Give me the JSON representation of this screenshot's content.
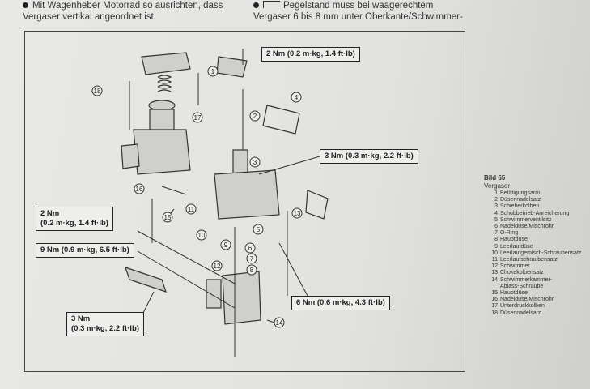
{
  "intro": {
    "left_text": "Mit Wagenheber Motorrad so ausrichten, dass Vergaser vertikal angeordnet ist.",
    "right_text": "Pegelstand muss bei waagerechtem Vergaser 6 bis 8 mm unter Oberkante/Schwimmer-"
  },
  "torque_specs": [
    {
      "label": "2 Nm (0.2 m·kg, 1.4 ft·lb)"
    },
    {
      "label": "3 Nm (0.3 m·kg, 2.2 ft·lb)"
    },
    {
      "line1": "2 Nm",
      "line2": "(0.2 m·kg, 1.4 ft·lb)"
    },
    {
      "label": "9 Nm (0.9 m·kg, 6.5 ft·lb)"
    },
    {
      "label": "6 Nm (0.6 m·kg, 4.3 ft·lb)"
    },
    {
      "line1": "3 Nm",
      "line2": "(0.3 m·kg, 2.2 ft·lb)"
    }
  ],
  "legend": {
    "title": "Bild 65",
    "subtitle": "Vergaser",
    "items": [
      {
        "n": "1",
        "label": "Betätigungsarm"
      },
      {
        "n": "2",
        "label": "Düsennadelsatz"
      },
      {
        "n": "3",
        "label": "Schieberkolben"
      },
      {
        "n": "4",
        "label": "Schubbetrieb-Anreicherung"
      },
      {
        "n": "5",
        "label": "Schwimmerventilsitz"
      },
      {
        "n": "6",
        "label": "Nadeldüse/Mischrohr"
      },
      {
        "n": "7",
        "label": "O-Ring"
      },
      {
        "n": "8",
        "label": "Hauptdüse"
      },
      {
        "n": "9",
        "label": "Leerlaufdüse"
      },
      {
        "n": "10",
        "label": "Leerlaufgemisch-Schraubensatz"
      },
      {
        "n": "11",
        "label": "Leerlaufschraubensatz"
      },
      {
        "n": "12",
        "label": "Schwimmer"
      },
      {
        "n": "13",
        "label": "Chokekolbensatz"
      },
      {
        "n": "14",
        "label": "Schwimmerkammer-",
        "cont": "Ablass-Schraube"
      },
      {
        "n": "15",
        "label": "Hauptdüse"
      },
      {
        "n": "16",
        "label": "Nadeldüse/Mischrohr"
      },
      {
        "n": "17",
        "label": "Unterdruckkolben"
      },
      {
        "n": "18",
        "label": "Düsennadelsatz"
      }
    ]
  },
  "callouts": [
    "1",
    "2",
    "3",
    "4",
    "5",
    "6",
    "7",
    "8",
    "9",
    "10",
    "11",
    "12",
    "13",
    "14",
    "15",
    "16",
    "17",
    "18"
  ]
}
